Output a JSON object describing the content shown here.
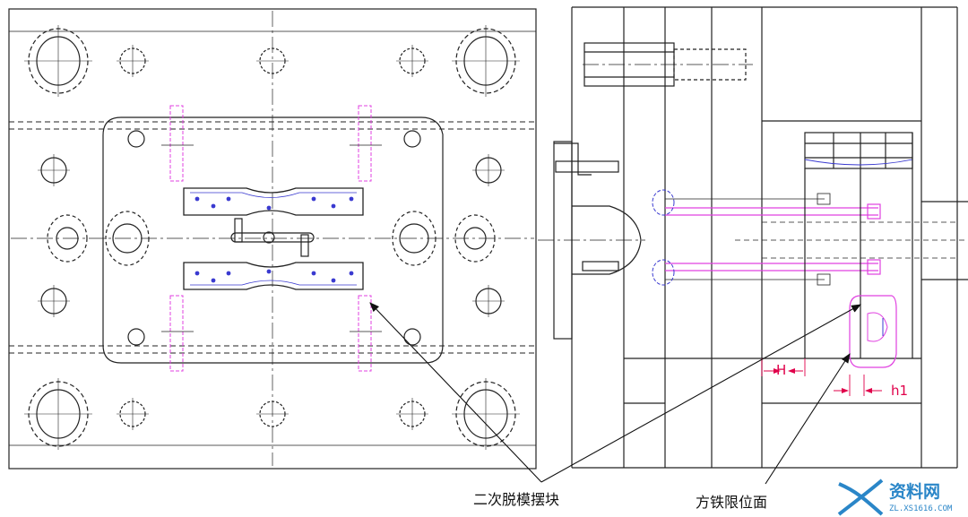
{
  "title": "",
  "callouts": {
    "swing_block": "二次脱模摆块",
    "stop_face": "方铁限位面"
  },
  "dimensions": {
    "H": "H",
    "h1": "h1"
  },
  "watermark": {
    "title": "资料网",
    "url": "ZL.XS1616.COM"
  },
  "colors": {
    "outline": "#222222",
    "ejector_pin": "#e040e0",
    "contour_blue": "#3a3ad0",
    "dimension": "#e0004a",
    "watermark": "#2a86c8"
  }
}
